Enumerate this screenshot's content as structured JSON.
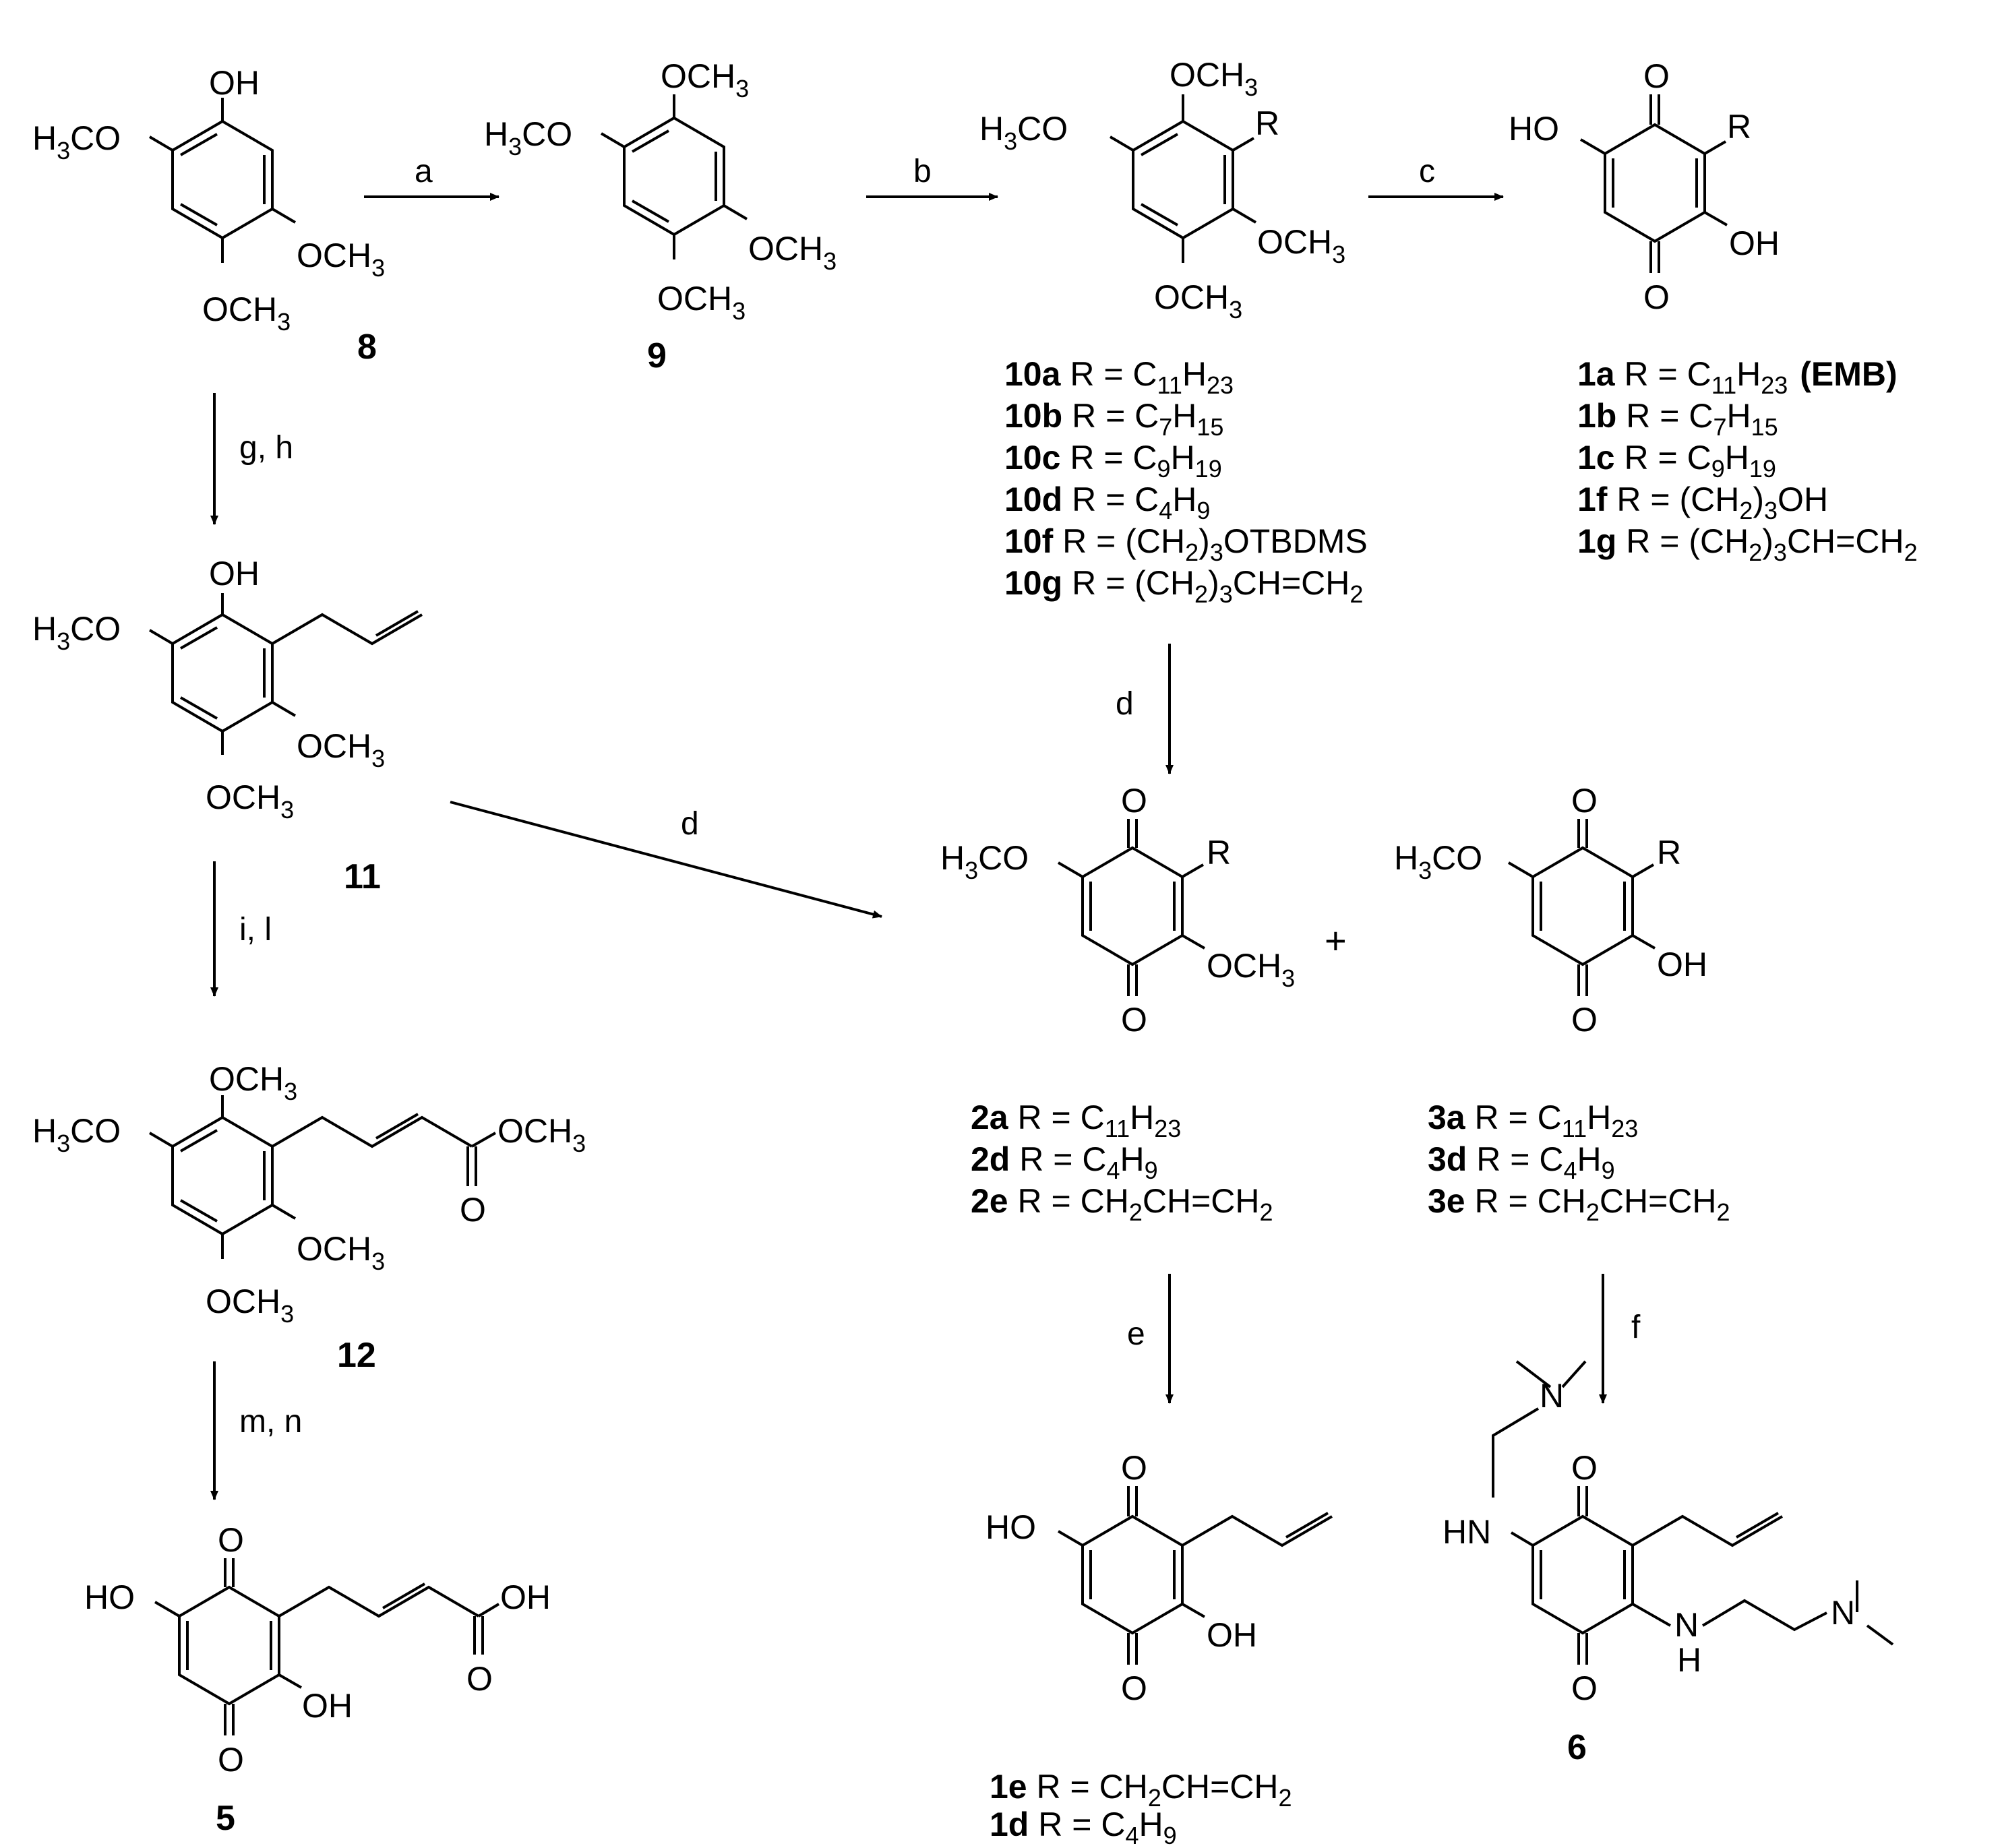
{
  "atoms": {
    "OH": "OH",
    "HO": "HO",
    "O": "O",
    "OCH3": "OCH",
    "H3CO": "H",
    "CO": "CO",
    "three": "3",
    "N": "N",
    "HN": "HN",
    "H": "H"
  },
  "conditions": {
    "a": "a",
    "b": "b",
    "c": "c",
    "d": "d",
    "e": "e",
    "f": "f",
    "gh": "g, h",
    "il": "i, l",
    "mn": "m, n"
  },
  "plus": "+",
  "compounds": {
    "c8": "8",
    "c9": "9",
    "c11": "11",
    "c12": "12",
    "c5": "5",
    "c6": "6"
  },
  "series": {
    "s10": [
      {
        "id": "10a",
        "r": "R = C",
        "sub1": "11",
        "mid": "H",
        "sub2": "23",
        "tail": ""
      },
      {
        "id": "10b",
        "r": "R = C",
        "sub1": "7",
        "mid": "H",
        "sub2": "15",
        "tail": ""
      },
      {
        "id": "10c",
        "r": "R = C",
        "sub1": "9",
        "mid": "H",
        "sub2": "19",
        "tail": ""
      },
      {
        "id": "10d",
        "r": "R = C",
        "sub1": "4",
        "mid": "H",
        "sub2": "9",
        "tail": ""
      },
      {
        "id": "10f",
        "r": "R = (CH",
        "sub1": "2",
        "mid": ")",
        "sub2": "3",
        "tail": "OTBDMS"
      },
      {
        "id": "10g",
        "r": "R = (CH",
        "sub1": "2",
        "mid": ")",
        "sub2": "3",
        "tail": "CH=CH",
        "sub3": "2"
      }
    ],
    "s1": [
      {
        "id": "1a",
        "r": "R = C",
        "sub1": "11",
        "mid": "H",
        "sub2": "23",
        "tail": "",
        "note": "(EMB)"
      },
      {
        "id": "1b",
        "r": "R = C",
        "sub1": "7",
        "mid": "H",
        "sub2": "15",
        "tail": ""
      },
      {
        "id": "1c",
        "r": "R = C",
        "sub1": "9",
        "mid": "H",
        "sub2": "19",
        "tail": ""
      },
      {
        "id": "1f",
        "r": "R = (CH",
        "sub1": "2",
        "mid": ")",
        "sub2": "3",
        "tail": "OH"
      },
      {
        "id": "1g",
        "r": "R = (CH",
        "sub1": "2",
        "mid": ")",
        "sub2": "3",
        "tail": "CH=CH",
        "sub3": "2"
      }
    ],
    "s2": [
      {
        "id": "2a",
        "r": "R = C",
        "sub1": "11",
        "mid": "H",
        "sub2": "23",
        "tail": ""
      },
      {
        "id": "2d",
        "r": "R = C",
        "sub1": "4",
        "mid": "H",
        "sub2": "9",
        "tail": ""
      },
      {
        "id": "2e",
        "r": "R = CH",
        "sub1": "2",
        "mid": "CH=CH",
        "sub2": "2",
        "tail": ""
      }
    ],
    "s3": [
      {
        "id": "3a",
        "r": "R = C",
        "sub1": "11",
        "mid": "H",
        "sub2": "23",
        "tail": ""
      },
      {
        "id": "3d",
        "r": "R = C",
        "sub1": "4",
        "mid": "H",
        "sub2": "9",
        "tail": ""
      },
      {
        "id": "3e",
        "r": "R = CH",
        "sub1": "2",
        "mid": "CH=CH",
        "sub2": "2",
        "tail": ""
      }
    ],
    "s1e": [
      {
        "id": "1e",
        "r": "R = CH",
        "sub1": "2",
        "mid": "CH=CH",
        "sub2": "2",
        "tail": ""
      },
      {
        "id": "1d",
        "r": "R = C",
        "sub1": "4",
        "mid": "H",
        "sub2": "9",
        "tail": ""
      }
    ]
  }
}
